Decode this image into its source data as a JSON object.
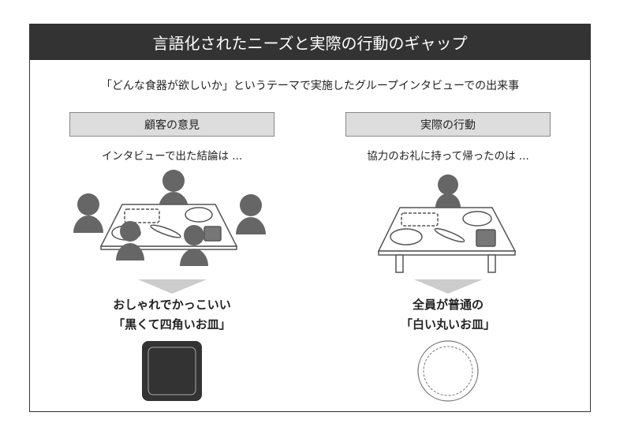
{
  "header": {
    "title": "言語化されたニーズと実際の行動のギャップ"
  },
  "subtitle": "「どんな食器が欲しいか」というテーマで実施したグループインタビューでの出来事",
  "left": {
    "label": "顧客の意見",
    "caption": "インタビューで出た結論は ...",
    "result_line1": "おしゃれでかっこいい",
    "result_line2": "「黒くて四角いお皿」"
  },
  "right": {
    "label": "実際の行動",
    "caption": "協力のお礼に持って帰ったのは ...",
    "result_line1": "全員が普通の",
    "result_line2": "「白い丸いお皿」"
  },
  "colors": {
    "header_bg": "#333333",
    "person": "#666666",
    "label_bg": "#dddddd",
    "arrow": "#cccccc"
  }
}
